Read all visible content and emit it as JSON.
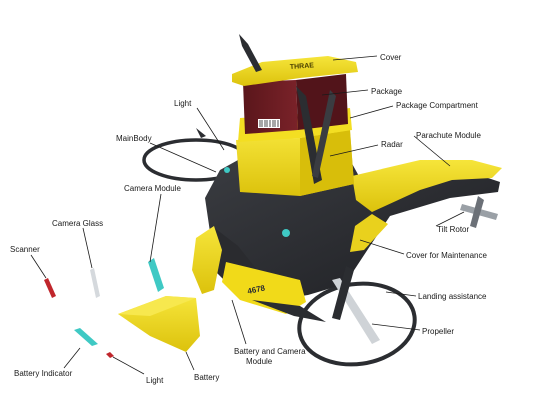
{
  "diagram": {
    "labels": {
      "cover": "Cover",
      "package": "Package",
      "package_compartment": "Package Compartment",
      "radar": "Radar",
      "parachute_module": "Parachute Module",
      "light_top": "Light",
      "mainbody": "MainBody",
      "camera_module": "Camera Module",
      "camera_glass": "Camera Glass",
      "scanner": "Scanner",
      "tilt_rotor": "Tilt Rotor",
      "cover_for_maintenance": "Cover for Maintenance",
      "landing_assistance": "Landing assistance",
      "propeller": "Propeller",
      "battery_indicator": "Battery Indicator",
      "light_bottom": "Light",
      "battery": "Battery",
      "battery_camera_module": [
        "Battery and Camera",
        "Module"
      ]
    },
    "printed_text": {
      "cover_brand": "THRAE",
      "body_code": "4678"
    },
    "colors": {
      "body_yellow": "#f2dc17",
      "body_dark": "#2b2d31",
      "package_red": "#6b1c22",
      "accent_teal": "#3fc9c4",
      "scanner_red": "#c0262c",
      "leader_line": "#1a1a1a"
    }
  }
}
